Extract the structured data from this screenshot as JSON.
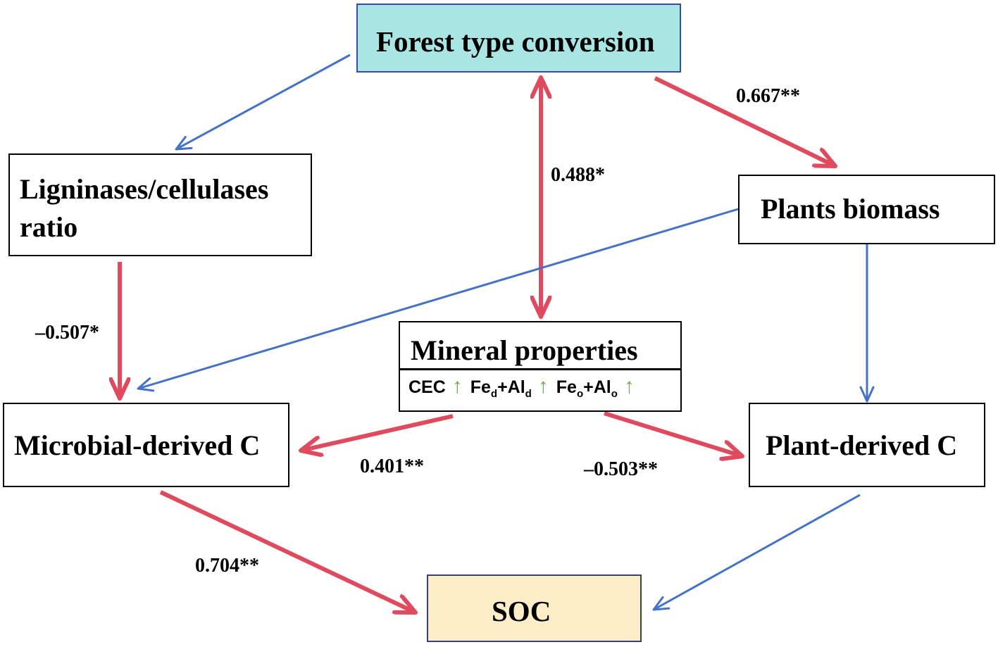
{
  "nodes": {
    "forest": "Forest type conversion",
    "ligninases_line1": "Ligninases/cellulases",
    "ligninases_line2": "ratio",
    "plants_biomass": "Plants biomass",
    "mineral": "Mineral properties",
    "mineral_sub": {
      "cec": "CEC",
      "fe1": "Fe",
      "fe1_sub": "d",
      "al1": "+Al",
      "al1_sub": "d",
      "fe2": "Fe",
      "fe2_sub": "o",
      "al2": "+Al",
      "al2_sub": "o",
      "arrow_glyph": "↑"
    },
    "microbial": "Microbial-derived C",
    "plant_derived": "Plant-derived C",
    "soc": "SOC"
  },
  "coefficients": {
    "forest_to_plants": "0.667**",
    "forest_to_mineral": "0.488*",
    "lig_to_micro": "–0.507*",
    "mineral_to_micro": "0.401**",
    "mineral_to_plantc": "–0.503**",
    "micro_to_soc": "0.704**"
  },
  "colors": {
    "positive_path": "#e04a5f",
    "negative_path": "#4472c4",
    "forest_fill": "#a9e6e3",
    "soc_fill": "#fdeec7",
    "indicator_arrow": "#6cb43f"
  }
}
